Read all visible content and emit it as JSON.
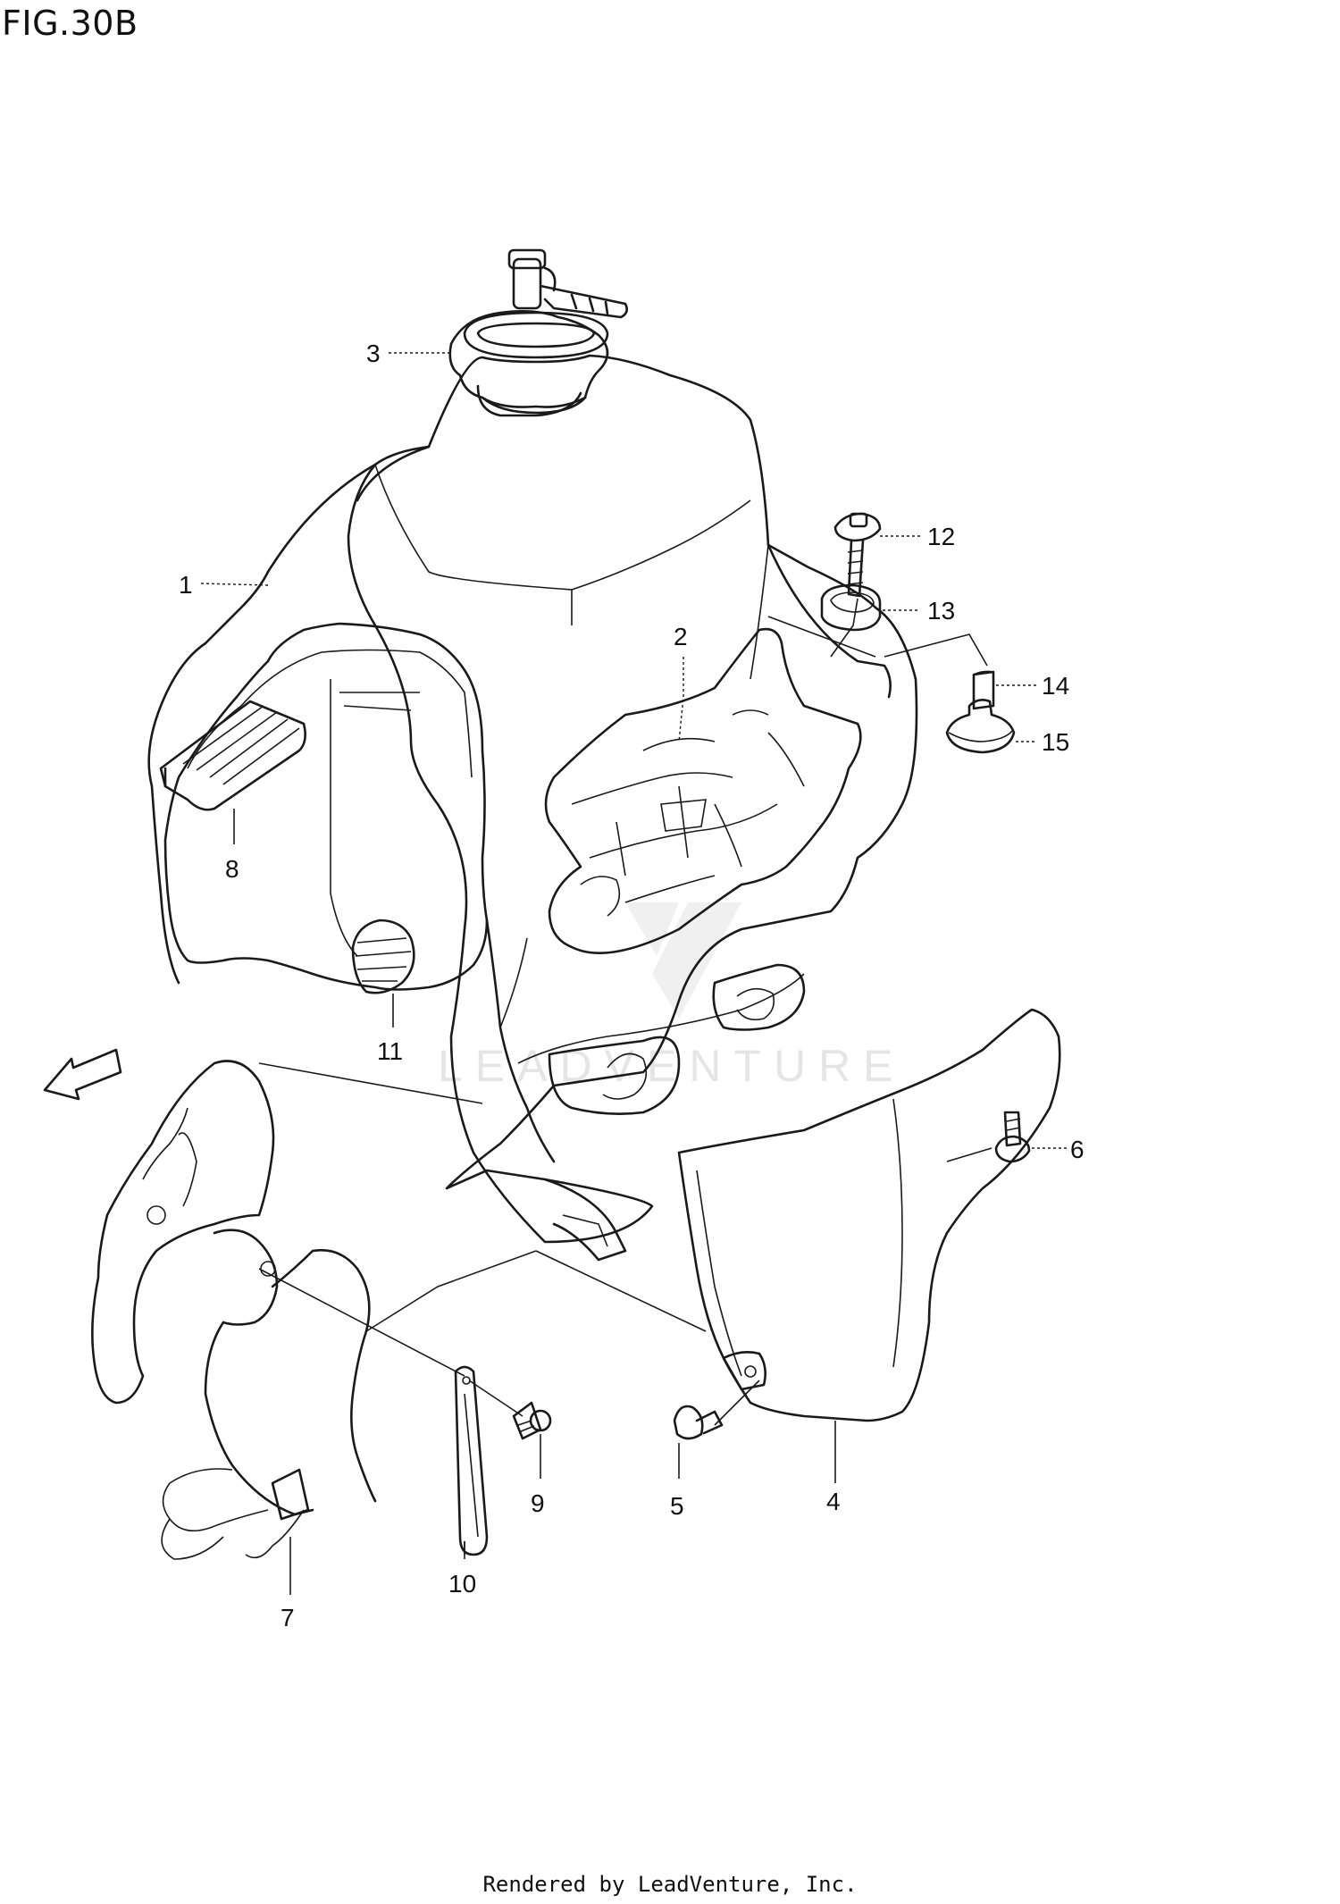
{
  "title": "FIG.30B",
  "footer": "Rendered by LeadVenture, Inc.",
  "watermark": "LEADVENTURE",
  "fwd_label": "FWD",
  "callouts": [
    {
      "id": "1",
      "label": "1"
    },
    {
      "id": "2",
      "label": "2"
    },
    {
      "id": "3",
      "label": "3"
    },
    {
      "id": "4",
      "label": "4"
    },
    {
      "id": "5",
      "label": "5"
    },
    {
      "id": "6",
      "label": "6"
    },
    {
      "id": "7",
      "label": "7"
    },
    {
      "id": "8",
      "label": "8"
    },
    {
      "id": "9",
      "label": "9"
    },
    {
      "id": "10",
      "label": "10"
    },
    {
      "id": "11",
      "label": "11"
    },
    {
      "id": "12",
      "label": "12"
    },
    {
      "id": "13",
      "label": "13"
    },
    {
      "id": "14",
      "label": "14"
    },
    {
      "id": "15",
      "label": "15"
    }
  ]
}
